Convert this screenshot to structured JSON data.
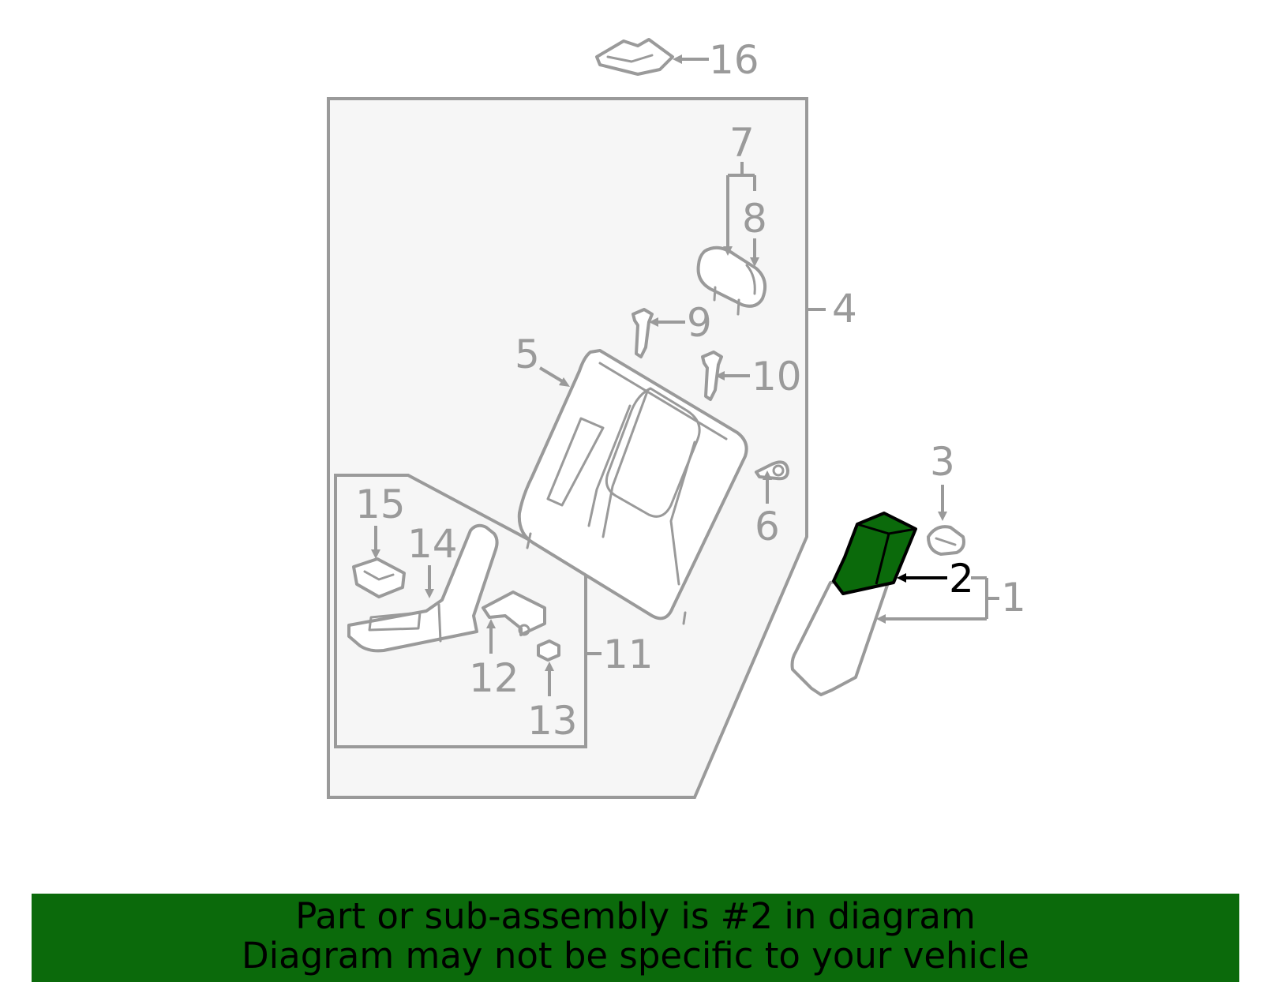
{
  "diagram": {
    "callouts": [
      "1",
      "2",
      "3",
      "4",
      "5",
      "6",
      "7",
      "8",
      "9",
      "10",
      "11",
      "12",
      "13",
      "14",
      "15",
      "16"
    ],
    "highlighted_part": "2",
    "highlight_color": "#0b6a0b",
    "line_color": "#9a9a9a"
  },
  "banner": {
    "line1": "Part or sub-assembly is #2 in diagram",
    "line2": "Diagram may not be specific to your vehicle",
    "background": "#0b6a0b"
  }
}
